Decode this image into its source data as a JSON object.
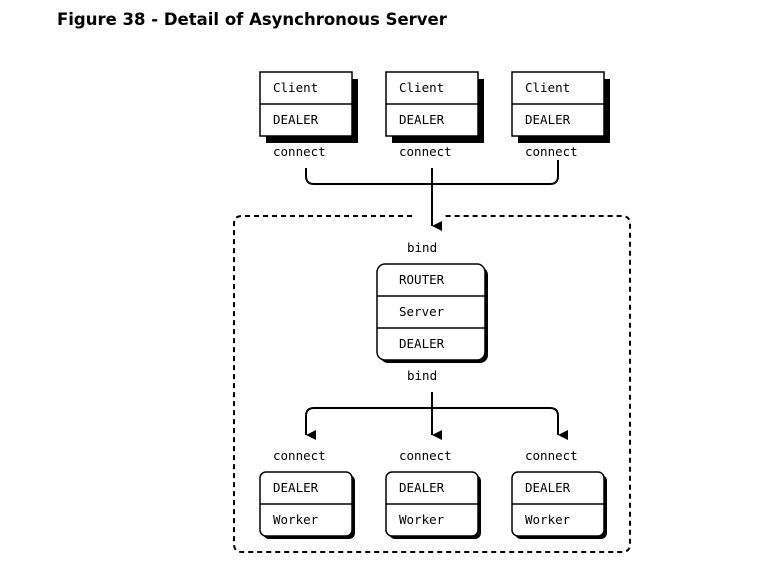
{
  "figure": {
    "title": "Figure 38 - Detail of Asynchronous Server"
  },
  "clients": [
    {
      "role": "Client",
      "socket": "DEALER",
      "link": "connect"
    },
    {
      "role": "Client",
      "socket": "DEALER",
      "link": "connect"
    },
    {
      "role": "Client",
      "socket": "DEALER",
      "link": "connect"
    }
  ],
  "server": {
    "top_bind": "bind",
    "frontend_socket": "ROUTER",
    "role": "Server",
    "backend_socket": "DEALER",
    "bottom_bind": "bind"
  },
  "workers": [
    {
      "link": "connect",
      "socket": "DEALER",
      "role": "Worker"
    },
    {
      "link": "connect",
      "socket": "DEALER",
      "role": "Worker"
    },
    {
      "link": "connect",
      "socket": "DEALER",
      "role": "Worker"
    }
  ],
  "colors": {
    "line": "#000000",
    "background": "#ffffff"
  }
}
